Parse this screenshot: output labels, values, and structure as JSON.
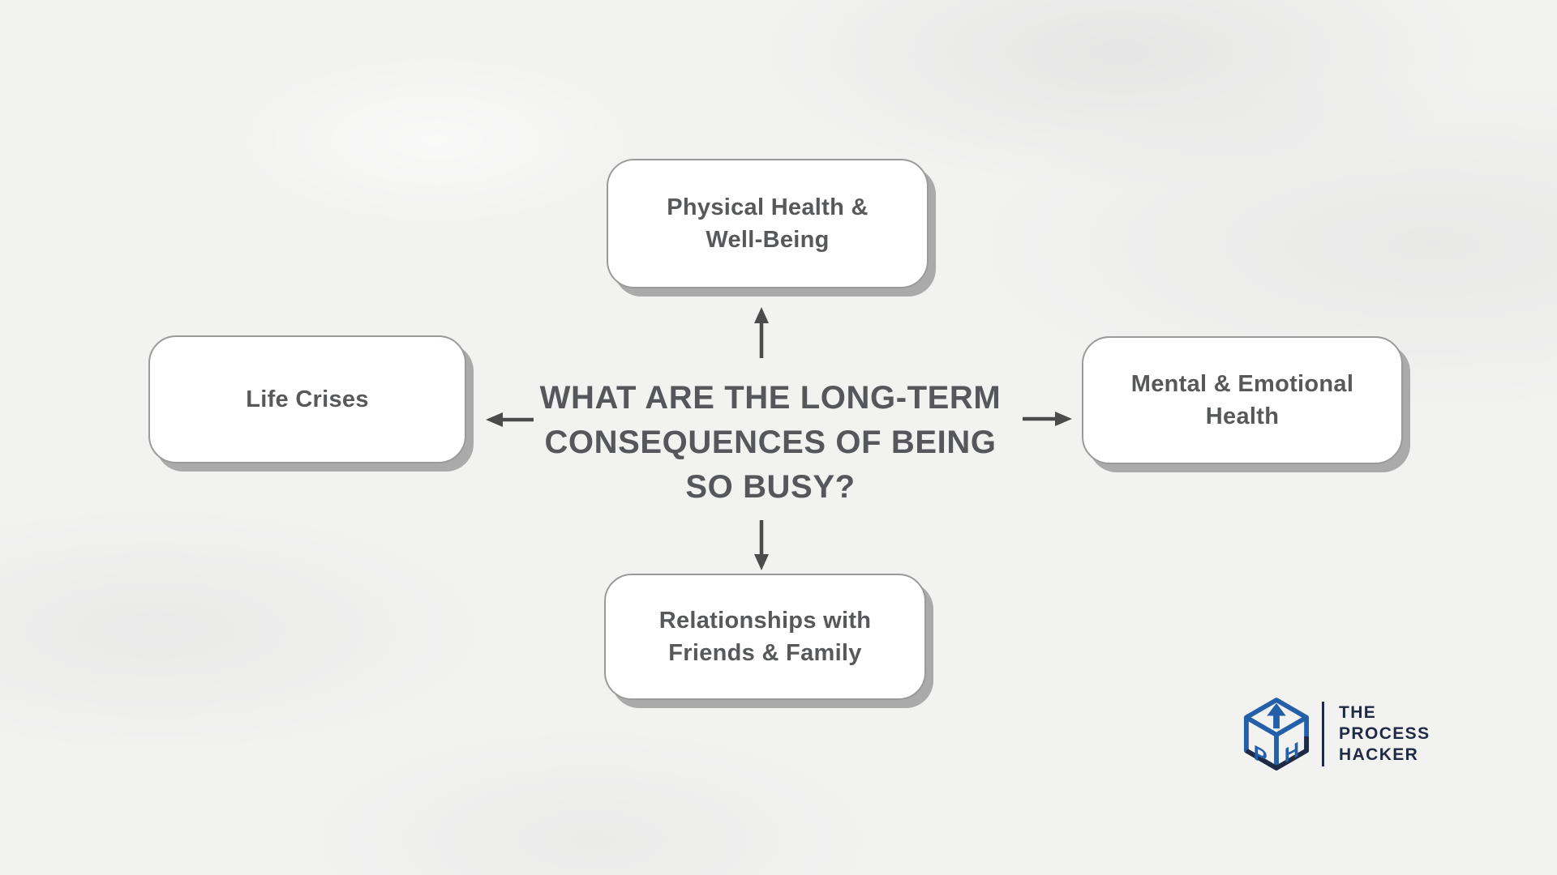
{
  "center_question": {
    "lines": [
      "WHAT ARE THE LONG-TERM",
      "CONSEQUENCES OF BEING",
      "SO BUSY?"
    ]
  },
  "nodes": {
    "top": {
      "lines": [
        "Physical Health &",
        "Well-Being"
      ]
    },
    "left": {
      "lines": [
        "Life Crises"
      ]
    },
    "right": {
      "lines": [
        "Mental & Emotional",
        "Health"
      ]
    },
    "bottom": {
      "lines": [
        "Relationships with",
        "Friends & Family"
      ]
    }
  },
  "connectors": [
    {
      "from": "center",
      "to": "top",
      "icon": "arrow-up-icon"
    },
    {
      "from": "center",
      "to": "bottom",
      "icon": "arrow-down-icon"
    },
    {
      "from": "center",
      "to": "left",
      "icon": "arrow-left-icon"
    },
    {
      "from": "center",
      "to": "right",
      "icon": "arrow-right-icon"
    }
  ],
  "logo": {
    "brand_lines": [
      "THE",
      "PROCESS",
      "HACKER"
    ],
    "cube_letters": {
      "top_face": "arrow-up",
      "left_face": "P",
      "right_face": "H"
    }
  },
  "colors": {
    "background": "#f2f2f1",
    "box_fill": "#ffffff",
    "box_border": "#9a9a9a",
    "box_shadow": "#aaaaaa",
    "text_gray": "#56575a",
    "arrow_gray": "#4b4b4b",
    "brand_blue": "#2460a9",
    "brand_navy": "#1f2a44"
  }
}
